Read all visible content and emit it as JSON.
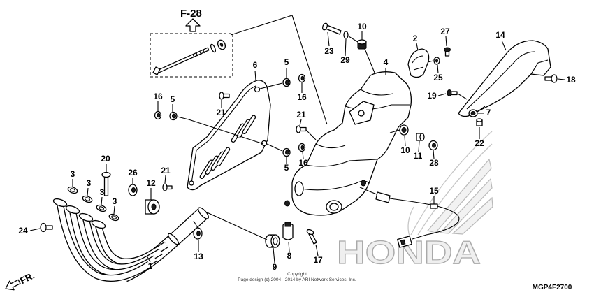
{
  "diagram": {
    "reference_label": "F-28",
    "direction_label": "FR.",
    "watermark_logo_text": "HONDA",
    "copyright_title": "Copyright",
    "copyright_notice": "Page design (c) 2004 - 2014 by ARI Network Services, Inc.",
    "diagram_code": "MGP4F2700"
  },
  "callouts": [
    "10",
    "23",
    "29",
    "2",
    "27",
    "14",
    "4",
    "25",
    "18",
    "6",
    "5",
    "16",
    "16",
    "5",
    "21",
    "21",
    "19",
    "7",
    "22",
    "10",
    "11",
    "28",
    "5",
    "16",
    "20",
    "26",
    "21",
    "3",
    "3",
    "3",
    "3",
    "12",
    "15",
    "24",
    "13",
    "1",
    "9",
    "8",
    "17"
  ],
  "icons": {
    "reference_arrow": "arrow-up-icon",
    "direction_arrow": "arrow-down-left-icon"
  },
  "colors": {
    "line": "#000000",
    "background": "#ffffff",
    "watermark": "#b9b9b9"
  }
}
